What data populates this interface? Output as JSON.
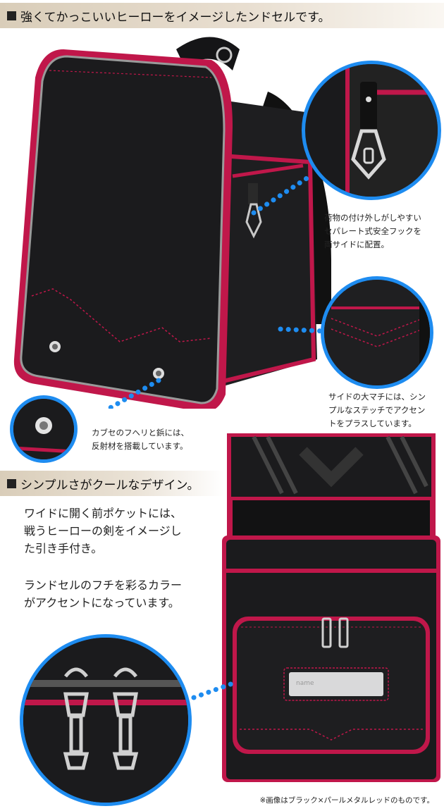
{
  "banner_top": "強くてかっこいいヒーローをイメージしたンドセルです。",
  "banner_middle": "シンプルさがクールなデザイン。",
  "captions": {
    "hook": [
      "荷物の付け外しがしやすい",
      "セパレート式安全フックを",
      "両サイドに配置。"
    ],
    "side": [
      "サイドの大マチには、シン",
      "プルなステッチでアクセン",
      "トをプラスしています。"
    ],
    "reflector": [
      "カブセのフへリと鋲には、",
      "反射材を搭載しています。"
    ]
  },
  "description": {
    "pocket": [
      "ワイドに開く前ポケットには、",
      "戦うヒーローの剣をイメージし",
      "た引き手付き。"
    ],
    "color": [
      "ランドセルのフチを彩るカラー",
      "がアクセントになっています。"
    ]
  },
  "name_tag": "name",
  "footnote": "※画像はブラック×パールメタルレッドのものです。",
  "colors": {
    "accent": "#c0174a",
    "circle_border": "#1e8cf0",
    "bag": "#1b1b1d"
  }
}
